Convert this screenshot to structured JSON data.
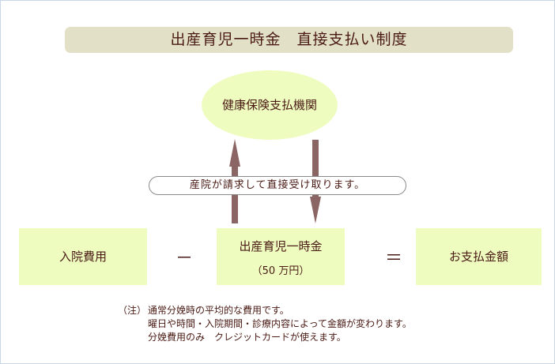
{
  "title": "出産育児一時金　直接支払い制度",
  "insurer": "健康保険支払機関",
  "claim_note": "産院が請求して直接受け取ります。",
  "formula": {
    "hospital_cost": "入院費用",
    "minus": "－",
    "lump_sum": "出産育児一時金",
    "lump_sum_amount": "（50 万円）",
    "equals": "＝",
    "payment": "お支払金額"
  },
  "note": {
    "label": "（注）",
    "lines": [
      "通常分娩時の平均的な費用です。",
      "曜日や時間・入院期間・診療内容によって金額が変わります。",
      "分娩費用のみ　クレジットカードが使えます。"
    ]
  },
  "colors": {
    "arrow": "#8b6563",
    "box": "#eefcc0",
    "title_bg": "#e3e0c8",
    "text": "#4a1a14"
  }
}
